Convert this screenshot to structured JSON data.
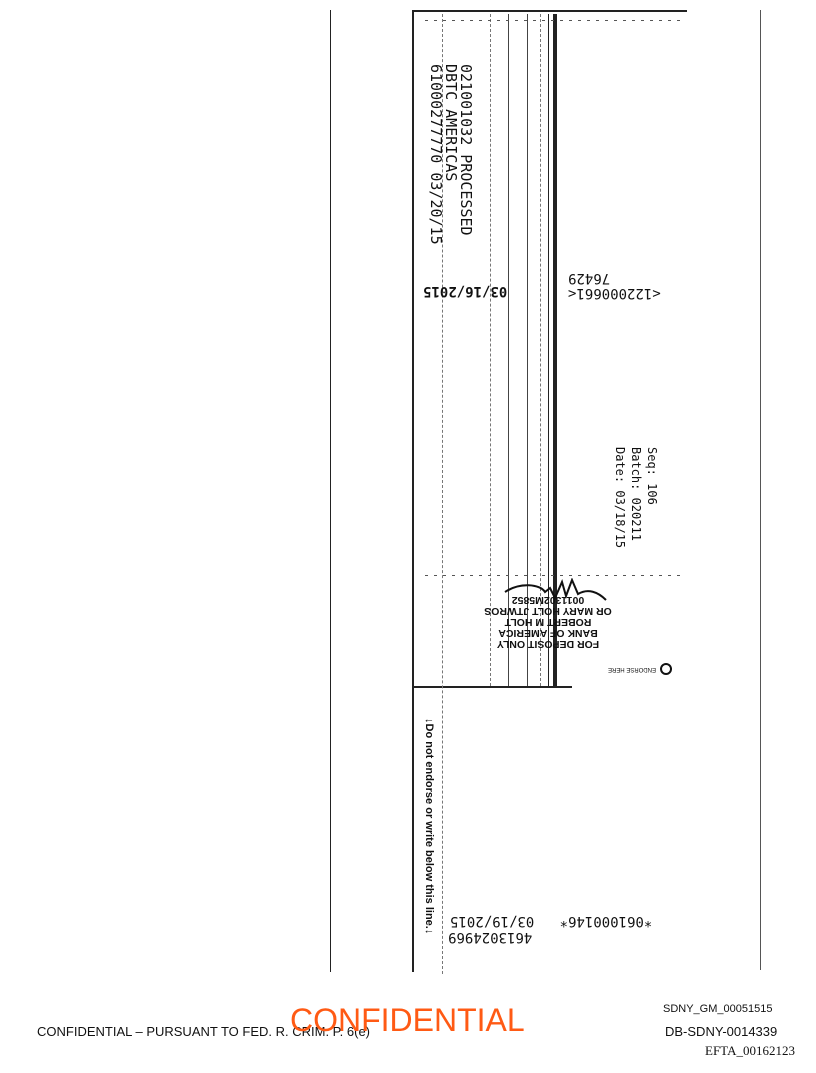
{
  "check_back": {
    "processed_stamp": {
      "lines": [
        "021001032 PROCESSED",
        "DBTC AMERICAS",
        "61000277770 03/20/15"
      ]
    },
    "micr_top": {
      "routing": "<122000661<",
      "number": "76429",
      "date": "03/16/2015"
    },
    "batch_info": {
      "seq": "Seq: 106",
      "batch": "Batch: 020211",
      "date": "Date: 03/18/15"
    },
    "endorsement": {
      "lines": [
        "FOR DEPOSIT ONLY",
        "BANK OF AMERICA",
        "ROBERT M HOLT",
        "OR MARY HOLT JTWROS",
        "0011302M5852"
      ],
      "endorse_here": "ENDORSE HERE"
    },
    "warning": "↓Do not endorse or write below this line.↓",
    "micr_bottom": {
      "line1": "4613024969",
      "line2": "*061000146*",
      "date": "03/19/2015"
    }
  },
  "footer": {
    "confidential_left": "CONFIDENTIAL – PURSUANT TO FED. R. CRIM. P. 6(e)",
    "confidential_stamp": "CONFIDENTIAL",
    "bates_1": "SDNY_GM_00051515",
    "bates_2": "DB-SDNY-0014339",
    "bates_3": "EFTA_00162123"
  },
  "colors": {
    "stamp": "#ff5a14"
  }
}
